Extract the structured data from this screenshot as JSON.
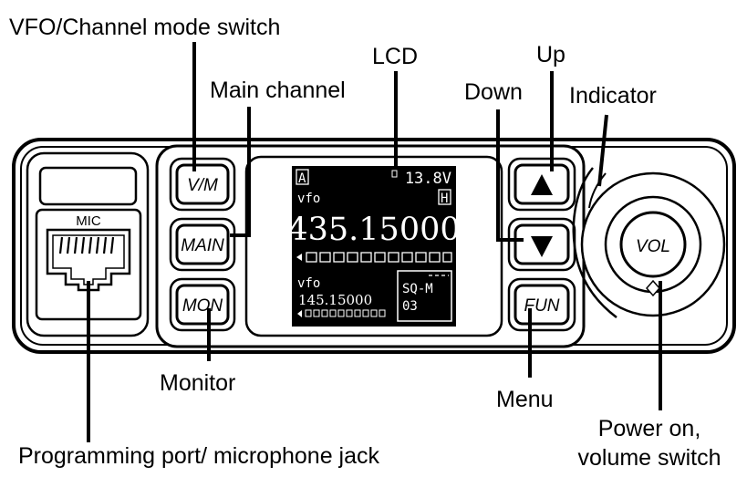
{
  "labels": {
    "vfo_channel_switch": "VFO/Channel mode switch",
    "main_channel": "Main channel",
    "lcd": "LCD",
    "down": "Down",
    "up": "Up",
    "indicator": "Indicator",
    "monitor": "Monitor",
    "menu": "Menu",
    "power_volume_line1": "Power on,",
    "power_volume_line2": "volume switch",
    "programming_port": "Programming port/ microphone jack"
  },
  "panel": {
    "mic_label": "MIC",
    "buttons": {
      "vm": "V/M",
      "main": "MAIN",
      "mon": "MON",
      "fun": "FUN",
      "vol": "VOL"
    }
  },
  "lcd": {
    "band_a_badge": "A",
    "voltage": "13.8V",
    "power_badge": "H",
    "mode_main": "vfo",
    "frequency_main": "435.15000",
    "mode_sub": "vfo",
    "frequency_sub": "145.15000",
    "squelch_label": "SQ-M",
    "squelch_value": "03"
  },
  "icons": [
    "up-arrow-icon",
    "down-arrow-icon",
    "signal-meter-icon",
    "rj45-jack-icon"
  ]
}
